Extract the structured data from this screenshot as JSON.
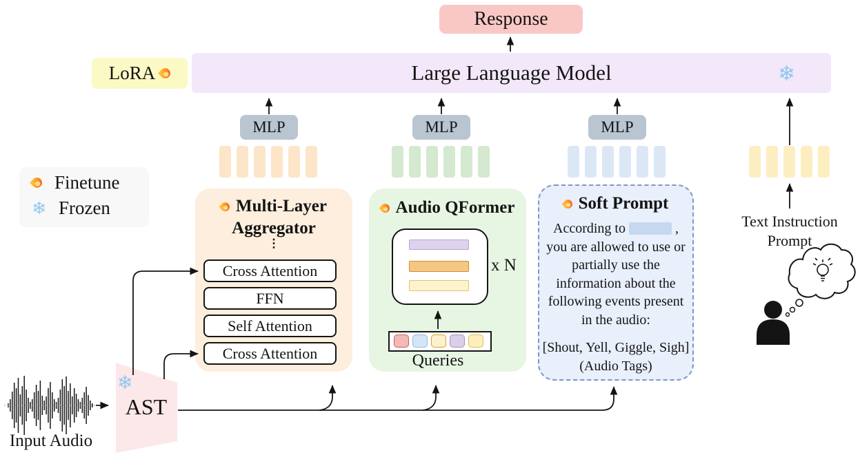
{
  "figure": {
    "response_label": "Response",
    "llm": {
      "label": "Large Language Model",
      "lora_label": "LoRA"
    },
    "mlp_label": "MLP",
    "legend": {
      "finetune_label": "Finetune",
      "frozen_label": "Frozen"
    },
    "icons": {
      "fire": "flame-shape",
      "snowflake_glyph": "❄"
    },
    "aggregator": {
      "title_line1": "Multi-Layer",
      "title_line2": "Aggregator",
      "dots": "⋮",
      "layers": [
        "Cross Attention",
        "FFN",
        "Self Attention",
        "Cross Attention"
      ]
    },
    "qformer": {
      "title": "Audio QFormer",
      "repeat_label": "x N",
      "queries_label": "Queries",
      "bars": [
        {
          "fill": "#ded3ee",
          "border": "#b5a3d6"
        },
        {
          "fill": "#f6c783",
          "border": "#d08c2d"
        },
        {
          "fill": "#fdf3cf",
          "border": "#dfc466"
        }
      ],
      "query_chips": [
        {
          "fill": "#f3b9b4",
          "border": "#c4635c"
        },
        {
          "fill": "#d6e5f6",
          "border": "#90b8e0"
        },
        {
          "fill": "#fdf1cd",
          "border": "#d1a226"
        },
        {
          "fill": "#dacee9",
          "border": "#a692c6"
        },
        {
          "fill": "#fdeebb",
          "border": "#ddbf57"
        }
      ]
    },
    "soft_prompt": {
      "title": "Soft Prompt",
      "before_blank": "According to",
      "after_blank": ",",
      "body": "you are allowed to use or partially use the information about the following events present in the audio:",
      "tags": "[Shout, Yell, Giggle, Sigh]",
      "tags_caption": "(Audio Tags)"
    },
    "text_instruction": {
      "line1": "Text Instruction",
      "line2": "Prompt"
    },
    "input_audio_label": "Input Audio",
    "ast_label": "AST",
    "tokens": {
      "aggregator": {
        "count": 6,
        "color": "#fce5c8"
      },
      "qformer": {
        "count": 6,
        "color": "#d5e8d0"
      },
      "soft_prompt": {
        "count": 6,
        "color": "#dce7f6"
      },
      "text_instruction": {
        "count": 5,
        "color": "#fdeec2"
      }
    },
    "colors": {
      "response_bg": "#f9c8c5",
      "llm_bg": "#f3e8fa",
      "lora_bg": "#fbf9c4",
      "mlp_bg": "#b9c5d1",
      "aggregator_bg": "#fdeedd",
      "qformer_bg": "#e7f5e3",
      "soft_prompt_bg": "#e9effb",
      "soft_prompt_border": "#8094c6",
      "soft_prompt_blank": "#c5d8f0",
      "ast_bg": "#fce7e9",
      "legend_bg": "#f8f8f8"
    }
  }
}
